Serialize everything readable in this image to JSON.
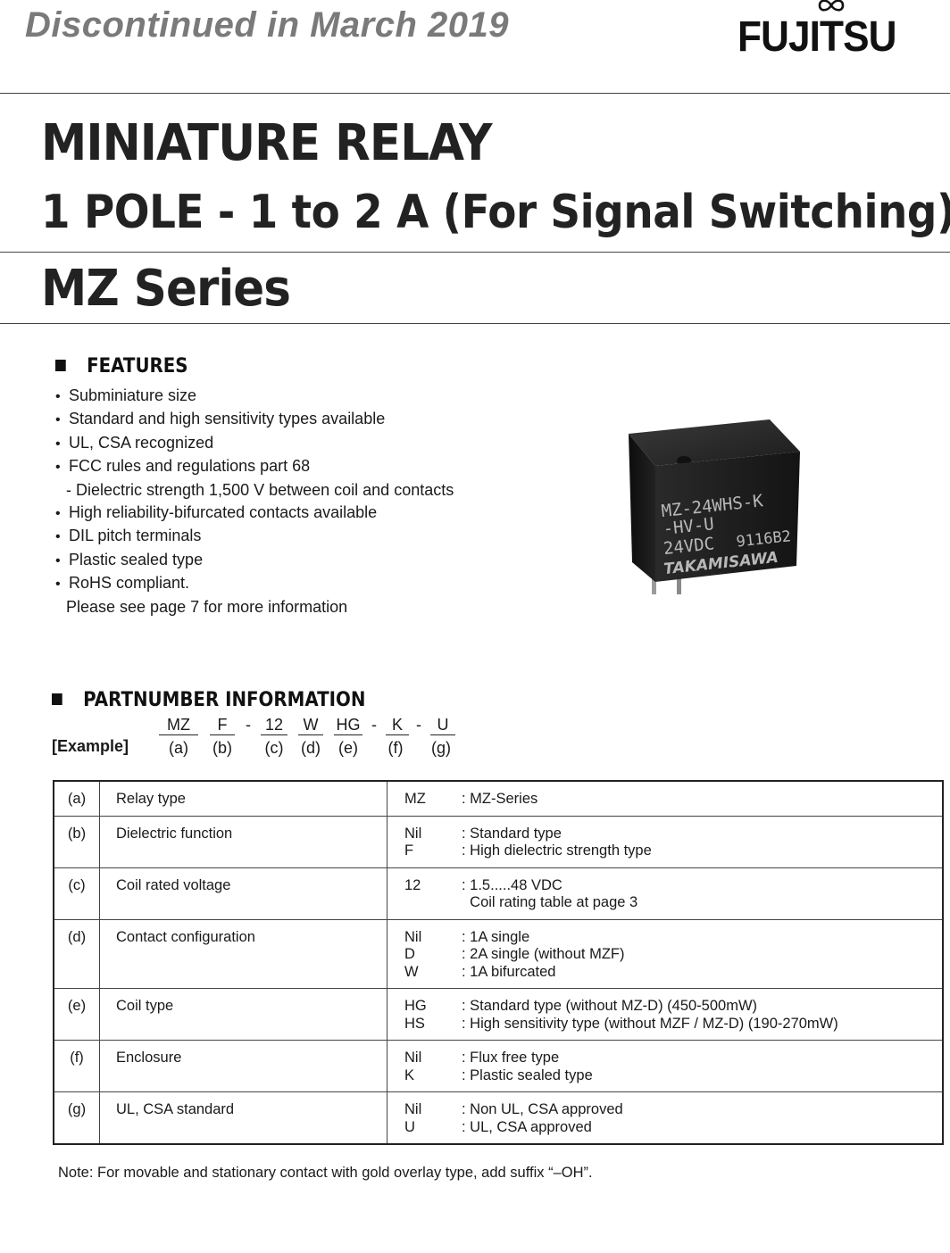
{
  "header": {
    "status": "Discontinued in March 2019",
    "brand": "FUJITSU"
  },
  "titles": {
    "line1": "MINIATURE RELAY",
    "line2": "1 POLE - 1 to 2 A (For Signal Switching)",
    "series": "MZ Series"
  },
  "features": {
    "heading": "FEATURES",
    "items": [
      {
        "text": "Subminiature size",
        "bullet": true
      },
      {
        "text": "Standard and high sensitivity types available",
        "bullet": true
      },
      {
        "text": "UL, CSA recognized",
        "bullet": true
      },
      {
        "text": "FCC rules and regulations part 68",
        "bullet": true
      },
      {
        "text": "- Dielectric strength 1,500 V between coil and contacts",
        "bullet": false
      },
      {
        "text": "High reliability-bifurcated contacts available",
        "bullet": true
      },
      {
        "text": "DIL pitch terminals",
        "bullet": true
      },
      {
        "text": "Plastic sealed type",
        "bullet": true
      },
      {
        "text": "RoHS compliant.",
        "bullet": true
      },
      {
        "text": "Please see page 7 for more information",
        "bullet": false
      }
    ]
  },
  "relay_image": {
    "line1": "MZ-24WHS-K",
    "line2": "-HV-U",
    "line3a": "24VDC",
    "line3b": "9116B2",
    "maker": "TAKAMISAWA"
  },
  "partnumber": {
    "heading": "PARTNUMBER INFORMATION",
    "example_label": "[Example]",
    "codes": [
      "MZ",
      "F",
      "12",
      "W",
      "HG",
      "K",
      "U"
    ],
    "separator": "-",
    "letters": [
      "(a)",
      "(b)",
      "(c)",
      "(d)",
      "(e)",
      "(f)",
      "(g)"
    ]
  },
  "table": {
    "rows": [
      {
        "letter": "(a)",
        "name": "Relay type",
        "options": [
          {
            "code": "MZ",
            "desc": ": MZ-Series"
          }
        ]
      },
      {
        "letter": "(b)",
        "name": "Dielectric function",
        "options": [
          {
            "code": "Nil",
            "desc": ": Standard type"
          },
          {
            "code": "F",
            "desc": ": High dielectric strength type"
          }
        ]
      },
      {
        "letter": "(c)",
        "name": "Coil rated voltage",
        "options": [
          {
            "code": "12",
            "desc": ": 1.5.....48 VDC"
          },
          {
            "code": "",
            "desc": "  Coil rating table at page 3"
          }
        ]
      },
      {
        "letter": "(d)",
        "name": "Contact configuration",
        "options": [
          {
            "code": "Nil",
            "desc": ": 1A single"
          },
          {
            "code": "D",
            "desc": ": 2A single (without MZF)"
          },
          {
            "code": "W",
            "desc": ": 1A bifurcated"
          }
        ]
      },
      {
        "letter": "(e)",
        "name": "Coil type",
        "options": [
          {
            "code": "HG",
            "desc": ": Standard type (without MZ-D) (450-500mW)"
          },
          {
            "code": "HS",
            "desc": ": High sensitivity type (without MZF / MZ-D) (190-270mW)"
          }
        ]
      },
      {
        "letter": "(f)",
        "name": "Enclosure",
        "options": [
          {
            "code": "Nil",
            "desc": ": Flux free type"
          },
          {
            "code": "K",
            "desc": ": Plastic sealed type"
          }
        ]
      },
      {
        "letter": "(g)",
        "name": "UL, CSA standard",
        "options": [
          {
            "code": "Nil",
            "desc": ": Non UL, CSA approved"
          },
          {
            "code": "U",
            "desc": ": UL, CSA approved"
          }
        ]
      }
    ]
  },
  "note": "Note: For movable and stationary contact with gold overlay type, add suffix “–OH”."
}
